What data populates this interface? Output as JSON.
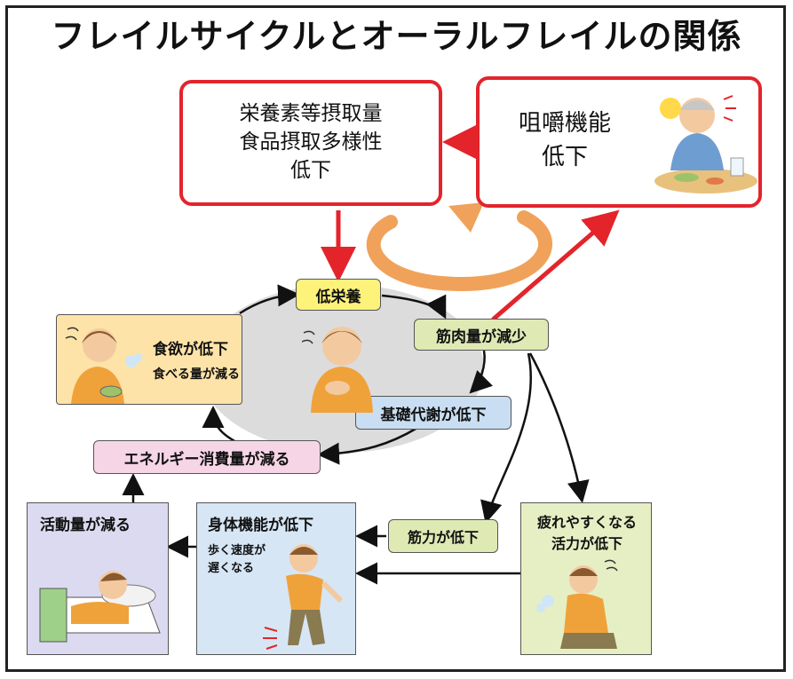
{
  "title": "フレイルサイクルとオーラルフレイルの関係",
  "nutrition_box": {
    "lines": [
      "栄養素等摂取量",
      "食品摂取多様性",
      "低下"
    ]
  },
  "chewing_box": {
    "lines": [
      "咀嚼機能",
      "低下"
    ]
  },
  "cycle": {
    "undernutrition": "低栄養",
    "muscle_loss": "筋肉量が減少",
    "metabolism_down": "基礎代謝が低下",
    "energy_down": "エネルギー消費量が減る",
    "appetite_title": "食欲が低下",
    "appetite_sub": "食べる量が減る"
  },
  "lower": {
    "strength_down": "筋力が低下",
    "physical_title": "身体機能が低下",
    "physical_sub": [
      "歩く速度が",
      "遅くなる"
    ],
    "activity_down": "活動量が減る",
    "fatigue": [
      "疲れやすくなる",
      "活力が低下"
    ]
  },
  "colors": {
    "red": "#e3242b",
    "orange": "#f0a25a",
    "yellow_label": "#fdf27a",
    "green_label": "#dfe9b4",
    "blue_label": "#c9def2",
    "pink_label": "#f6d5e6",
    "orange_panel": "#fde3a8",
    "blue_panel": "#d6e6f5",
    "lavender_panel": "#dcdaf0",
    "green_panel": "#e6efc4",
    "cycle_gray": "#dcdcdc"
  }
}
